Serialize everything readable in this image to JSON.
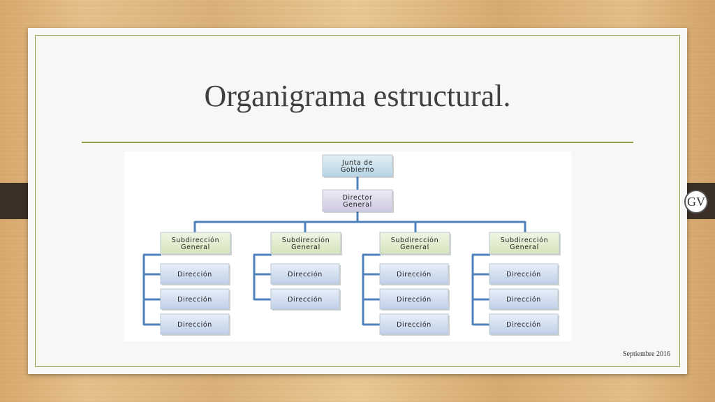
{
  "slide": {
    "title": "Organigrama estructural.",
    "footer": "Septiembre 2016",
    "logo": "GV"
  },
  "orgchart": {
    "root": [
      "Junta de",
      "Gobierno"
    ],
    "director": [
      "Director",
      "General"
    ],
    "subdirecciones": [
      {
        "label": [
          "Subdirección",
          "General"
        ],
        "direcciones": [
          "Dirección",
          "Dirección",
          "Dirección"
        ]
      },
      {
        "label": [
          "Subdirección",
          "General"
        ],
        "direcciones": [
          "Dirección",
          "Dirección"
        ]
      },
      {
        "label": [
          "Subdirección",
          "General"
        ],
        "direcciones": [
          "Dirección",
          "Dirección",
          "Dirección"
        ]
      },
      {
        "label": [
          "Subdirección",
          "General"
        ],
        "direcciones": [
          "Dirección",
          "Dirección",
          "Dirección"
        ]
      }
    ]
  },
  "colors": {
    "accent_green": "#8aa048",
    "connector": "#4f81bd",
    "clip": "#3b2f27"
  }
}
